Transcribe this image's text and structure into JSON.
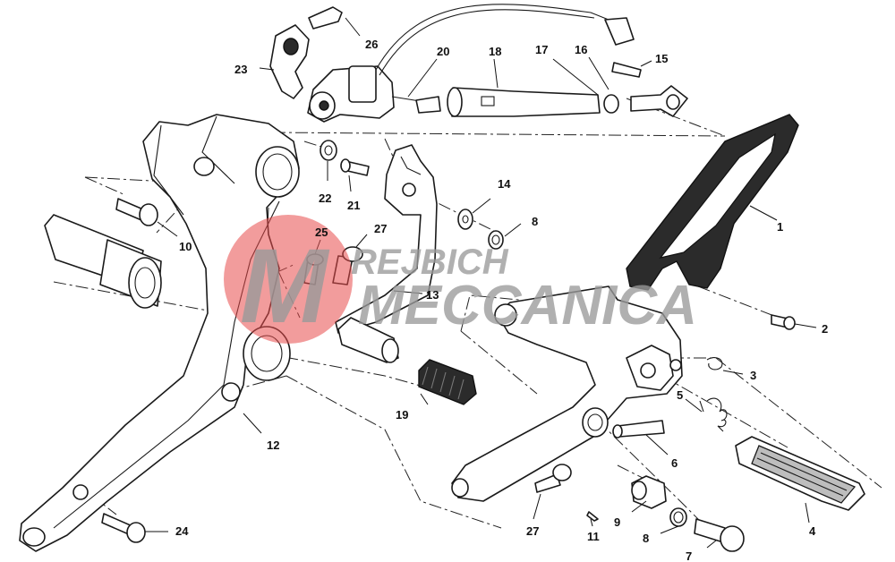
{
  "watermark": {
    "line1": "REJBICH",
    "line2": "MECCANICA",
    "logo_letter": "M",
    "circle_color": "#e84a4a",
    "text_color": "#9a9a9a"
  },
  "callouts": [
    {
      "id": "c1",
      "label": "1"
    },
    {
      "id": "c2",
      "label": "2"
    },
    {
      "id": "c3",
      "label": "3"
    },
    {
      "id": "c4",
      "label": "4"
    },
    {
      "id": "c5",
      "label": "5"
    },
    {
      "id": "c6",
      "label": "6"
    },
    {
      "id": "c7",
      "label": "7"
    },
    {
      "id": "c8a",
      "label": "8"
    },
    {
      "id": "c8b",
      "label": "8"
    },
    {
      "id": "c9",
      "label": "9"
    },
    {
      "id": "c10",
      "label": "10"
    },
    {
      "id": "c11",
      "label": "11"
    },
    {
      "id": "c12",
      "label": "12"
    },
    {
      "id": "c13",
      "label": "13"
    },
    {
      "id": "c14",
      "label": "14"
    },
    {
      "id": "c15",
      "label": "15"
    },
    {
      "id": "c16",
      "label": "16"
    },
    {
      "id": "c17",
      "label": "17"
    },
    {
      "id": "c18",
      "label": "18"
    },
    {
      "id": "c19",
      "label": "19"
    },
    {
      "id": "c20",
      "label": "20"
    },
    {
      "id": "c21",
      "label": "21"
    },
    {
      "id": "c22",
      "label": "22"
    },
    {
      "id": "c23",
      "label": "23"
    },
    {
      "id": "c24",
      "label": "24"
    },
    {
      "id": "c25",
      "label": "25"
    },
    {
      "id": "c26",
      "label": "26"
    },
    {
      "id": "c27a",
      "label": "27"
    },
    {
      "id": "c27b",
      "label": "27"
    }
  ]
}
